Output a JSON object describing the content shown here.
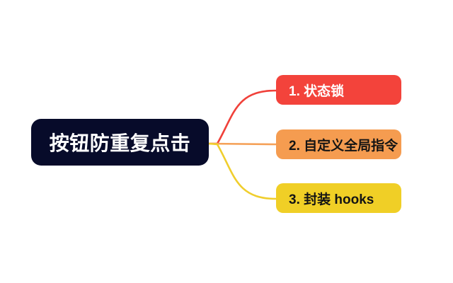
{
  "canvas": {
    "background": "#FFFFFF"
  },
  "root_node": {
    "label": "按钮防重复点击",
    "bg_color": "#070B2A",
    "text_color": "#FFFFFF"
  },
  "branches": [
    {
      "label": "1. 状态锁",
      "bg_color": "#F3433B",
      "text_color": "#FFFFFF",
      "line_color": "#F0413A"
    },
    {
      "label": "2. 自定义全局指令",
      "bg_color": "#F59C50",
      "text_color": "#141414",
      "line_color": "#F5A158"
    },
    {
      "label": "3. 封装 hooks",
      "bg_color": "#F0CF26",
      "text_color": "#141414",
      "line_color": "#F0CE2D"
    }
  ]
}
